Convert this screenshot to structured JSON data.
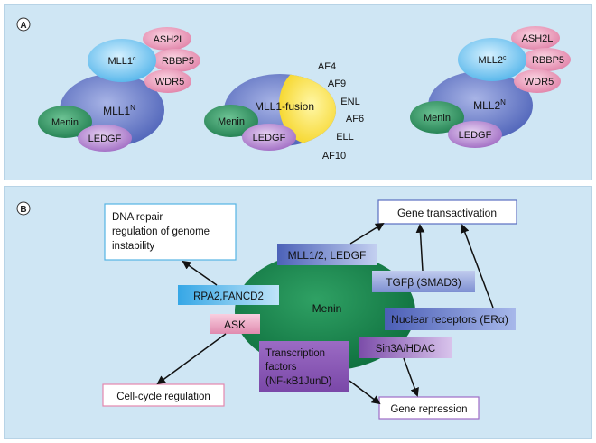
{
  "panel_a": {
    "label": "A",
    "complexes": [
      {
        "core": "MLL1",
        "core_sup": "N",
        "cterm": "MLL1",
        "cterm_sup": "c",
        "wrad": [
          "ASH2L",
          "RBBP5",
          "WDR5"
        ],
        "menin": "Menin",
        "ledgf": "LEDGF"
      },
      {
        "core": "MLL1-fusion",
        "menin": "Menin",
        "ledgf": "LEDGF",
        "partners": [
          "AF4",
          "AF9",
          "ENL",
          "AF6",
          "ELL",
          "AF10"
        ]
      },
      {
        "core": "MLL2",
        "core_sup": "N",
        "cterm": "MLL2",
        "cterm_sup": "c",
        "wrad": [
          "ASH2L",
          "RBBP5",
          "WDR5"
        ],
        "menin": "Menin",
        "ledgf": "LEDGF"
      }
    ]
  },
  "panel_b": {
    "label": "B",
    "center": "Menin",
    "outcomes": {
      "dna_repair": [
        "DNA repair",
        "regulation of genome",
        "instability"
      ],
      "gene_transactivation": "Gene transactivation",
      "cell_cycle": "Cell-cycle regulation",
      "gene_repression": "Gene repression"
    },
    "partners": {
      "mll_ledgf": "MLL1/2, LEDGF",
      "tgfb": "TGFβ (SMAD3)",
      "nuclear_receptors": "Nuclear receptors (ERα)",
      "rpa2_fancd2": "RPA2,FANCD2",
      "ask": "ASK",
      "sin3a": "Sin3A/HDAC",
      "transcription_factors": [
        "Transcription",
        "factors",
        "(NF-κB1JunD)"
      ]
    }
  }
}
